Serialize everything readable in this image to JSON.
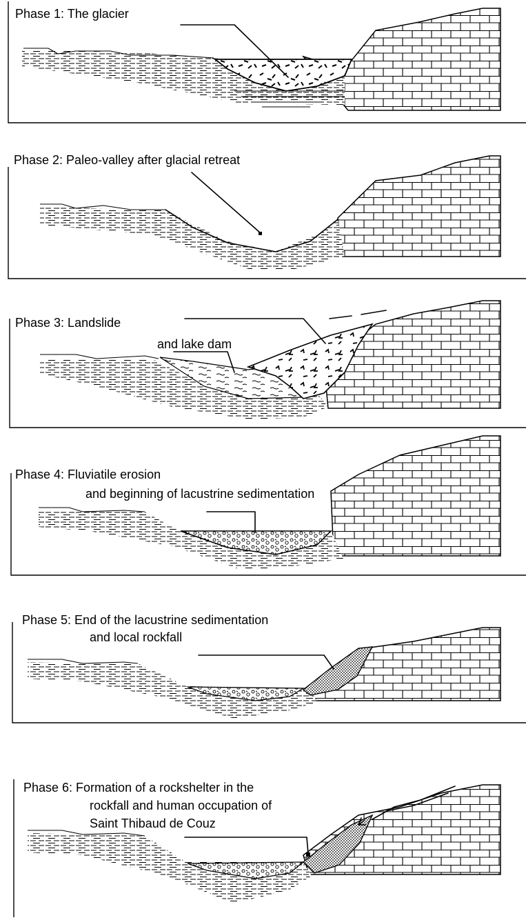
{
  "phases": [
    {
      "label": "Phase 1: The glacier",
      "label2": ""
    },
    {
      "label": "Phase 2: Paleo-valley after glacial retreat",
      "label2": ""
    },
    {
      "label": "Phase 3: Landslide",
      "label2": "and lake dam"
    },
    {
      "label": "Phase 4: Fluviatile erosion",
      "label2": "and beginning of lacustrine sedimentation"
    },
    {
      "label": "Phase 5: End of the lacustrine sedimentation",
      "label2": "and local rockfall"
    },
    {
      "label": "Phase 6: Formation of a rockshelter in the",
      "label2": "rockfall and human occupation of",
      "label3": "Saint Thibaud de Couz"
    }
  ]
}
